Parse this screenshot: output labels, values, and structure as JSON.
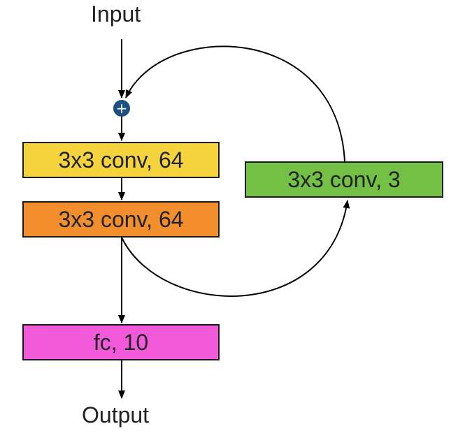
{
  "labels": {
    "input": "Input",
    "output": "Output"
  },
  "blocks": [
    {
      "id": "conv1",
      "text": "3x3 conv, 64",
      "color": "#f5d33d"
    },
    {
      "id": "conv2",
      "text": "3x3 conv, 64",
      "color": "#f28f2c"
    },
    {
      "id": "conv3",
      "text": "3x3 conv, 3",
      "color": "#73c045"
    },
    {
      "id": "fc",
      "text": "fc, 10",
      "color": "#f25ad9"
    }
  ],
  "sum_node": {
    "symbol": "+",
    "color": "#1c4f82"
  }
}
